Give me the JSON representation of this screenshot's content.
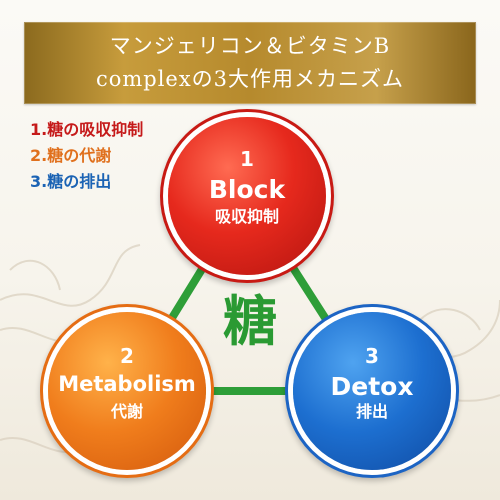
{
  "banner": {
    "line1": "マンジェリコン＆ビタミンB",
    "line2": "complexの3大作用メカニズム"
  },
  "legend": {
    "items": [
      {
        "label": "1.糖の吸収抑制",
        "color": "#c51a1a"
      },
      {
        "label": "2.糖の代謝",
        "color": "#e0701d"
      },
      {
        "label": "3.糖の排出",
        "color": "#1b63b4"
      }
    ]
  },
  "center": {
    "label": "糖",
    "color": "#2a9a33"
  },
  "circles": [
    {
      "number": "1",
      "title": "Block",
      "subtitle": "吸収抑制",
      "color": "#e6291d"
    },
    {
      "number": "2",
      "title": "Metabolism",
      "subtitle": "代謝",
      "color": "#f07d1c"
    },
    {
      "number": "3",
      "title": "Detox",
      "subtitle": "排出",
      "color": "#1d6fd0"
    }
  ]
}
